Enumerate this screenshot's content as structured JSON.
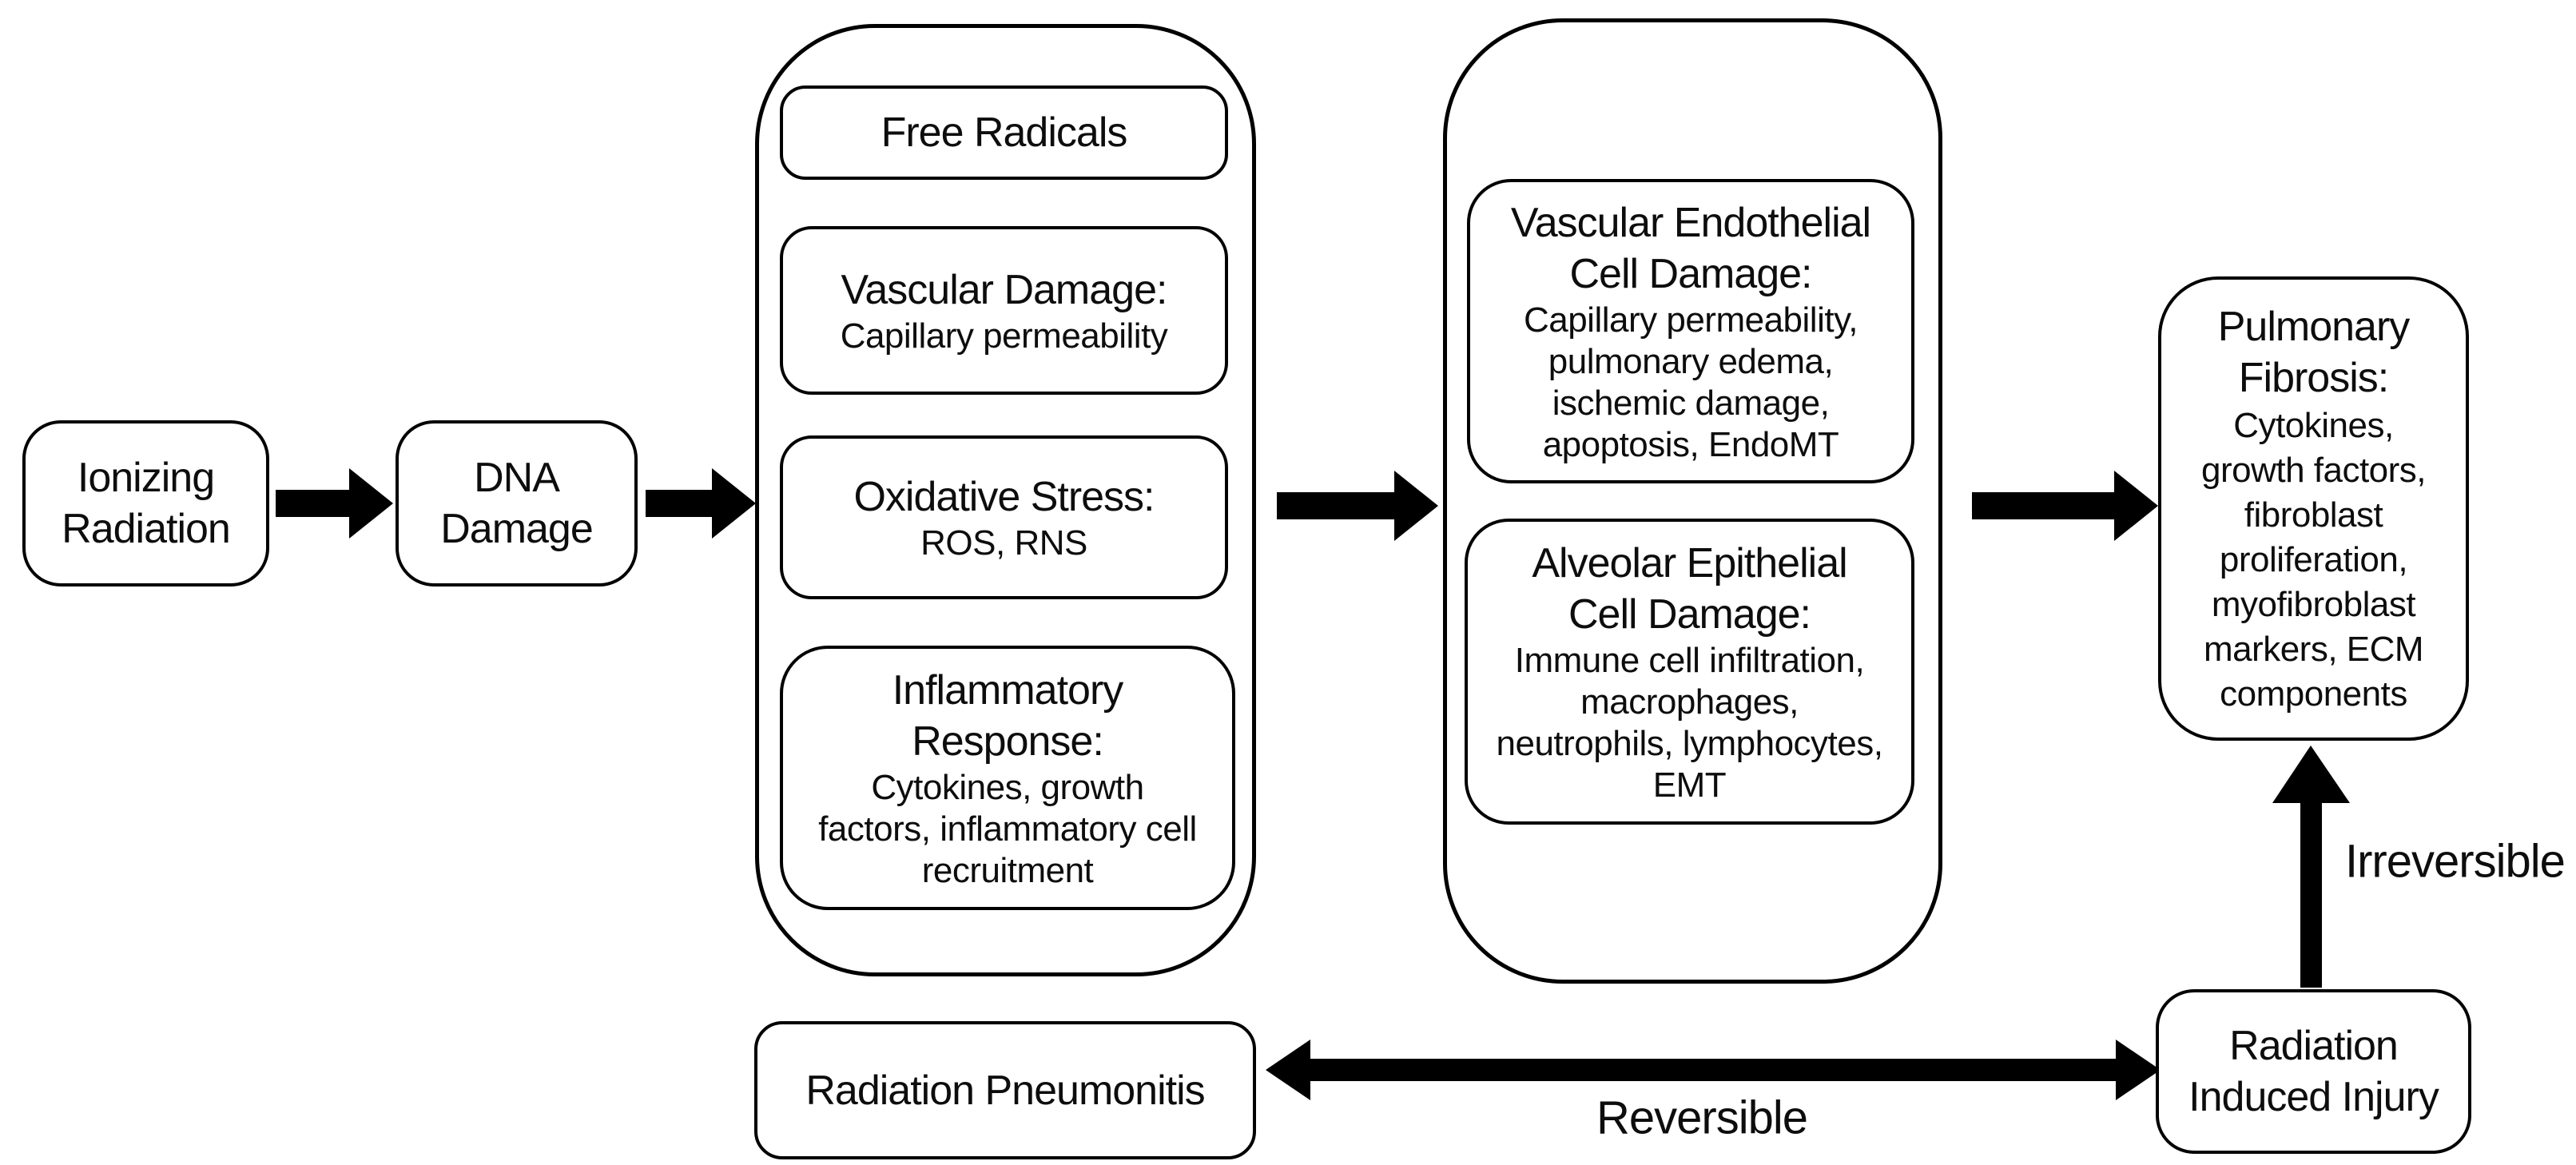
{
  "palette": {
    "background": "#ffffff",
    "line": "#000000",
    "text": "#0d0d0d"
  },
  "nodes": {
    "ionizing_radiation": {
      "label": "Ionizing\nRadiation"
    },
    "dna_damage": {
      "label": "DNA\nDamage"
    },
    "free_radicals": {
      "label": "Free Radicals"
    },
    "vascular_damage": {
      "title": "Vascular Damage:",
      "detail": "Capillary permeability"
    },
    "oxidative_stress": {
      "title": "Oxidative Stress:",
      "detail": "ROS, RNS"
    },
    "inflammatory_response": {
      "title": "Inflammatory\nResponse:",
      "detail": "Cytokines, growth\nfactors, inflammatory cell\nrecruitment"
    },
    "vascular_endothelial_cell_damage": {
      "title": "Vascular Endothelial\nCell Damage:",
      "detail": "Capillary permeability,\npulmonary edema,\nischemic damage,\napoptosis, EndoMT"
    },
    "alveolar_epithelial_cell_damage": {
      "title": "Alveolar Epithelial\nCell Damage:",
      "detail": "Immune cell infiltration,\nmacrophages,\nneutrophils, lymphocytes,\nEMT"
    },
    "pulmonary_fibrosis": {
      "title": "Pulmonary\nFibrosis:",
      "detail": "Cytokines,\ngrowth factors,\nfibroblast\nproliferation,\nmyofibroblast\nmarkers, ECM\ncomponents"
    },
    "radiation_pneumonitis": {
      "label": "Radiation Pneumonitis"
    },
    "radiation_induced_injury": {
      "label": "Radiation\nInduced Injury"
    }
  },
  "labels": {
    "reversible": "Reversible",
    "irreversible": "Irreversible"
  }
}
